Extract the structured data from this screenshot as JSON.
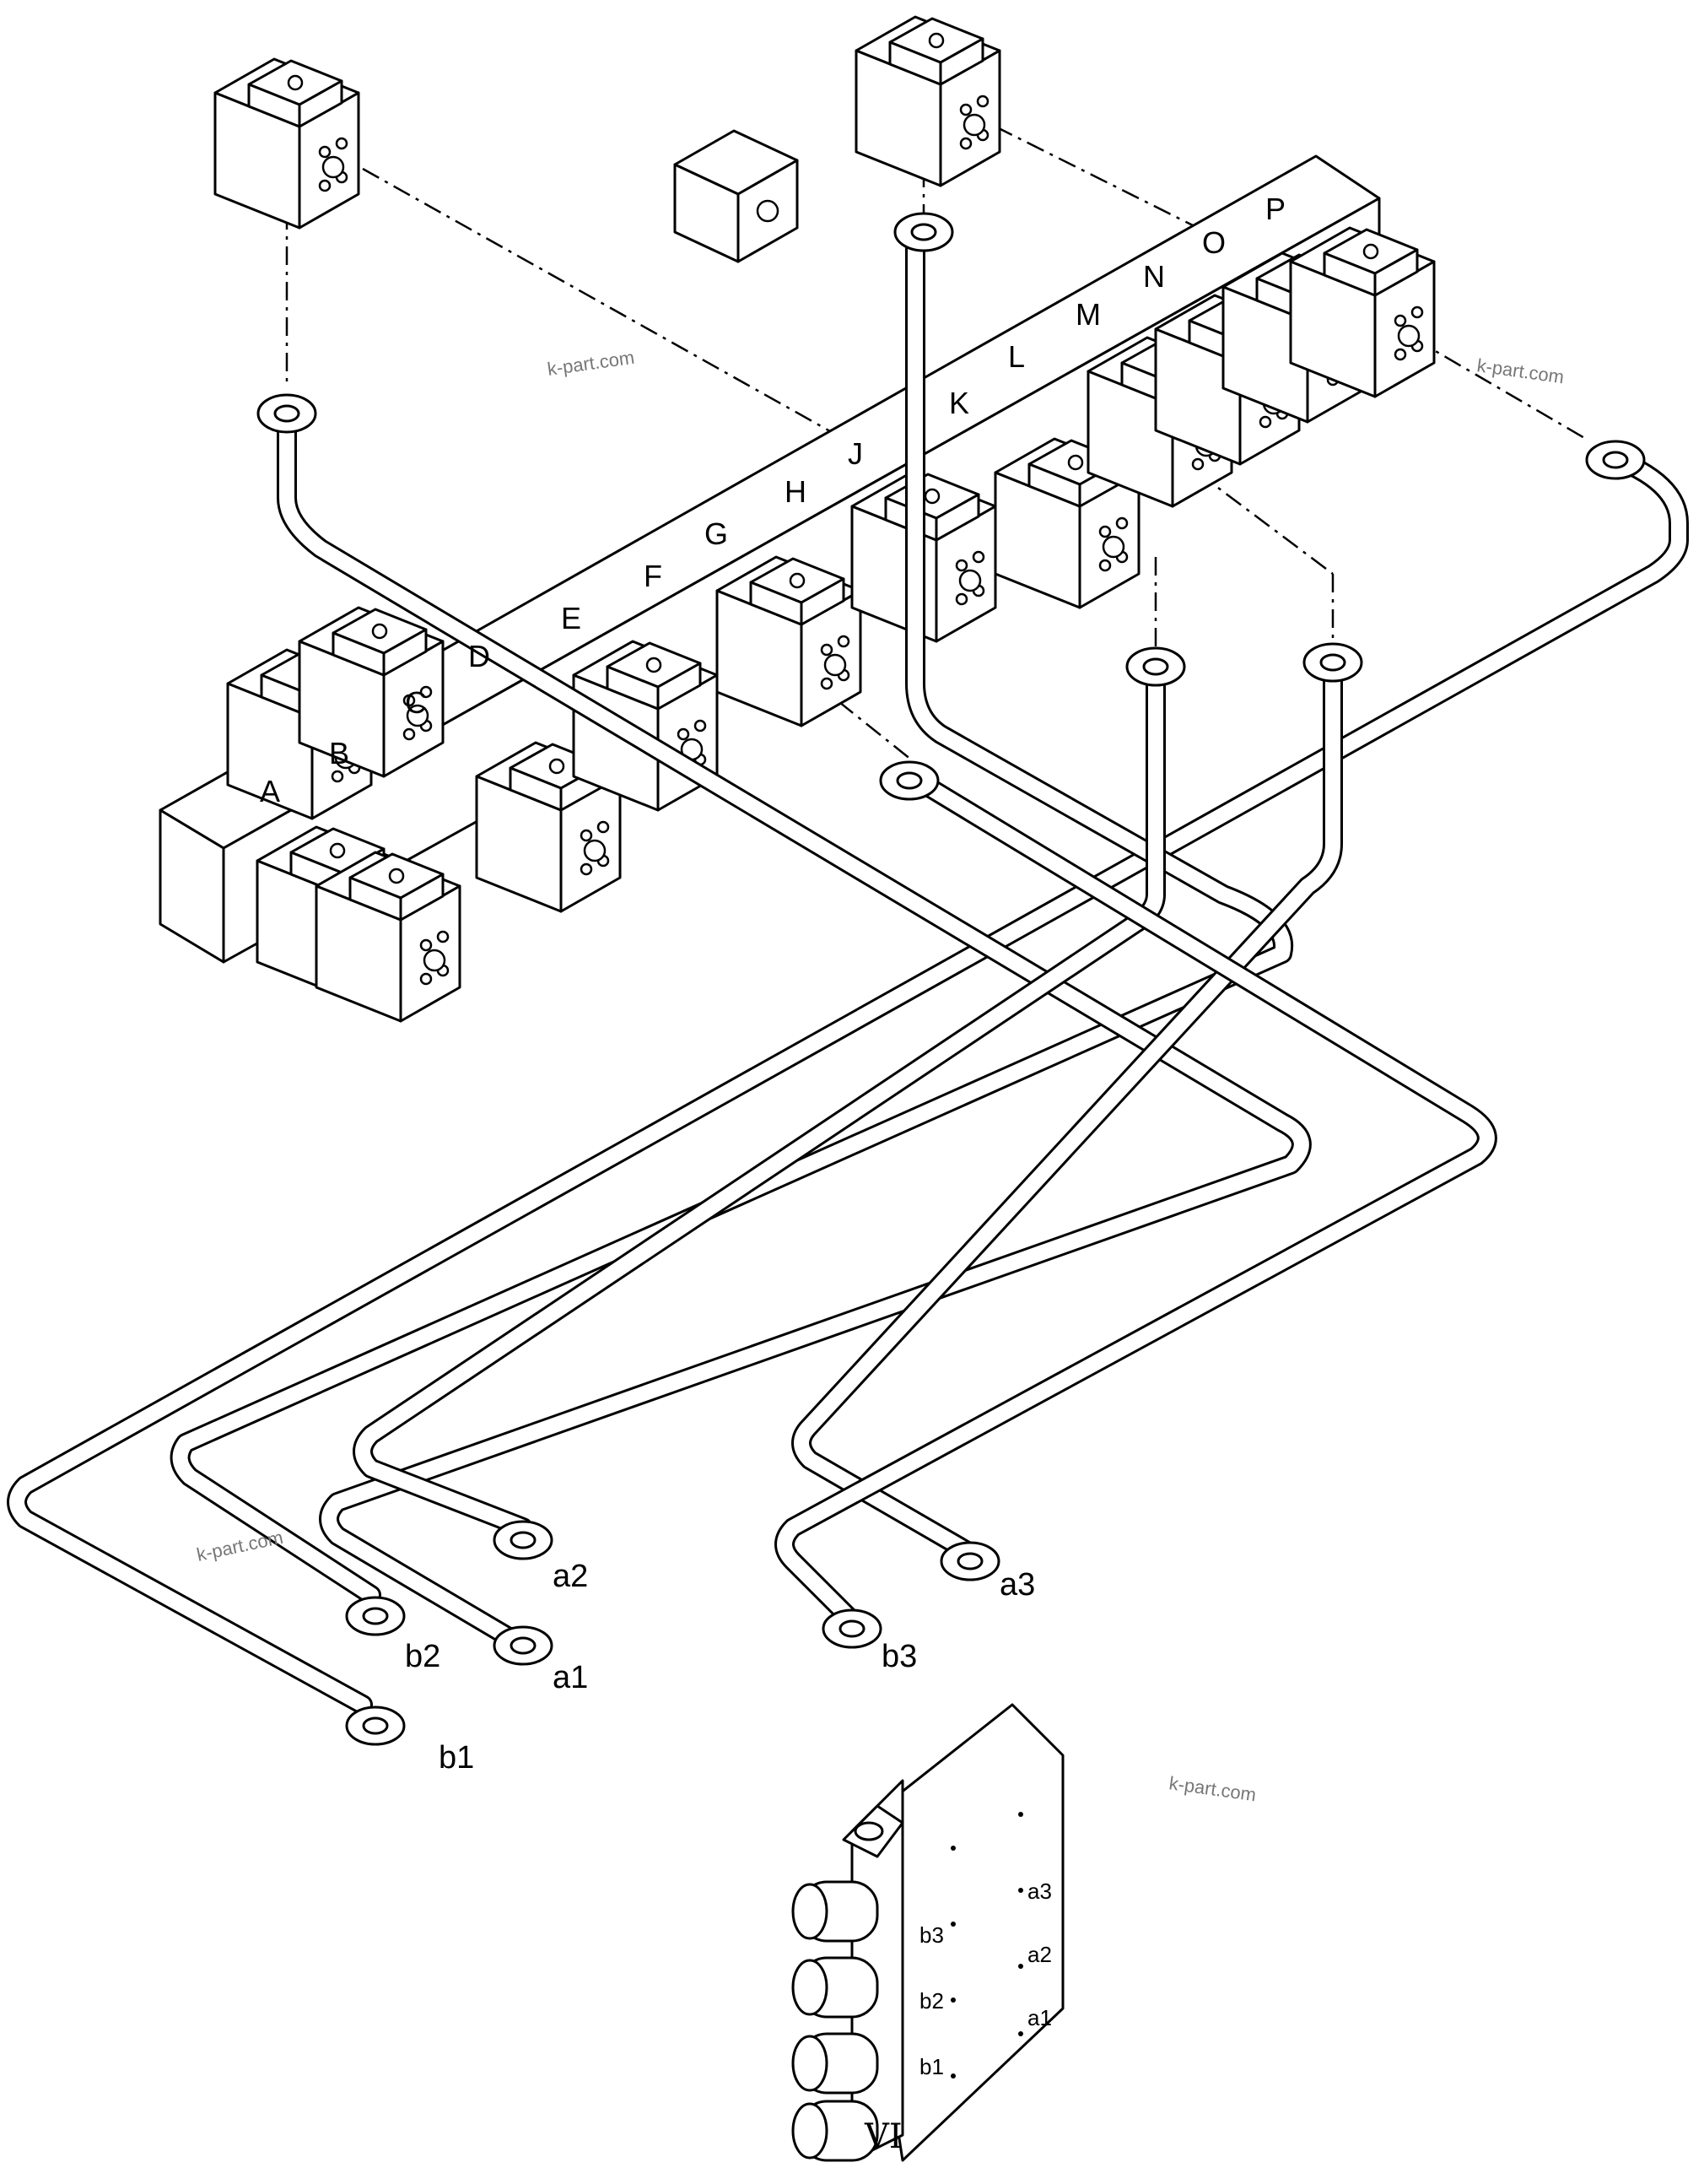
{
  "valve_labels": [
    "A",
    "B",
    "C",
    "D",
    "E",
    "F",
    "G",
    "H",
    "J",
    "K",
    "L",
    "M",
    "N",
    "O",
    "P"
  ],
  "port_labels": {
    "a1": "a1",
    "a2": "a2",
    "a3": "a3",
    "b1": "b1",
    "b2": "b2",
    "b3": "b3"
  },
  "manifold": {
    "label": "VI",
    "ports": [
      "b3",
      "b2",
      "b1",
      "a3",
      "a2",
      "a1"
    ]
  },
  "watermark": "k-part.com"
}
